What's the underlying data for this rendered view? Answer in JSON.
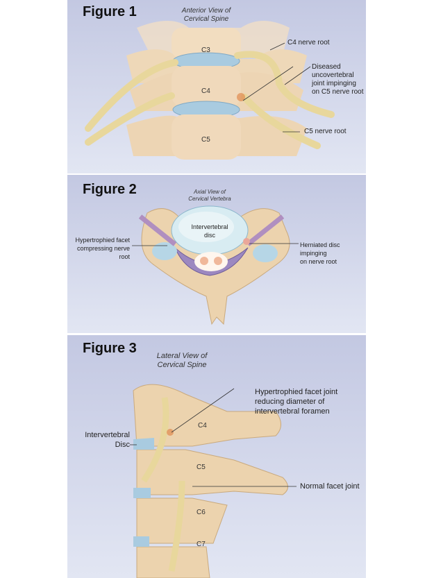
{
  "figure1": {
    "title": "Figure 1",
    "subtitle_line1": "Anterior View of",
    "subtitle_line2": "Cervical Spine",
    "vertebrae": [
      "C3",
      "C4",
      "C5"
    ],
    "labels": {
      "c4_nerve": "C4 nerve root",
      "diseased_1": "Diseased",
      "diseased_2": "uncovertebral",
      "diseased_3": "joint impinging",
      "diseased_4": "on C5 nerve root",
      "c5_nerve": "C5 nerve root"
    }
  },
  "figure2": {
    "title": "Figure 2",
    "subtitle_line1": "Axial View of",
    "subtitle_line2": "Cervical Vertebra",
    "disc_1": "Intervertebral",
    "disc_2": "disc",
    "left_1": "Hypertrophied facet",
    "left_2": "compressing nerve root",
    "right_1": "Herniated disc impinging",
    "right_2": "on nerve root"
  },
  "figure3": {
    "title": "Figure 3",
    "subtitle_line1": "Lateral View of",
    "subtitle_line2": "Cervical Spine",
    "vertebrae": [
      "C4",
      "C5",
      "C6",
      "C7"
    ],
    "hyp_1": "Hypertrophied facet joint",
    "hyp_2": "reducing diameter of",
    "hyp_3": "intervertebral foramen",
    "disc_1": "Intervertebral",
    "disc_2": "Disc",
    "normal": "Normal facet joint"
  }
}
